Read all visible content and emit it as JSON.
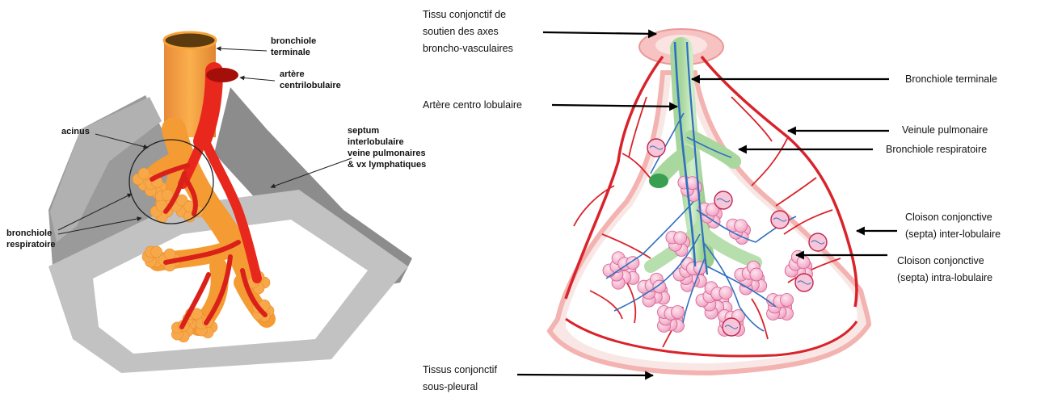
{
  "left_panel": {
    "labels": {
      "bronchiole_terminale": [
        "bronchiole",
        "terminale"
      ],
      "artere_centrilobulaire": [
        "artère",
        "centrilobulaire"
      ],
      "acinus": [
        "acinus"
      ],
      "septum": [
        "septum",
        "interlobulaire",
        "veine pulmonaires",
        "& vx lymphatiques"
      ],
      "bronchiole_respiratoire": [
        "bronchiole",
        "respiratoire"
      ]
    },
    "colors": {
      "septum_light": "#bdbdbd",
      "septum_dark": "#8a8a8a",
      "bronchiole_orange": "#f7a23a",
      "artery_red": "#e8281c",
      "artery_dark": "#b3160e"
    }
  },
  "right_panel": {
    "labels": {
      "tissu_soutien": [
        "Tissu conjonctif de",
        "soutien des axes",
        "broncho-vasculaires"
      ],
      "artere_centro": [
        "Artère centro lobulaire"
      ],
      "bronchiole_terminale": [
        "Bronchiole terminale"
      ],
      "veinule": [
        "Veinule pulmonaire"
      ],
      "bronchiole_respiratoire": [
        "Bronchiole respiratoire"
      ],
      "cloison_inter": [
        "Cloison conjonctive",
        "(septa) inter-lobulaire"
      ],
      "cloison_intra": [
        "Cloison conjonctive",
        "(septa) intra-lobulaire"
      ],
      "tissus_sous_pleural": [
        "Tissus conjonctif",
        "sous-pleural"
      ]
    },
    "colors": {
      "vein_red": "#d9232a",
      "artery_blue": "#2f6fc0",
      "bronchus_green": "#b9e0b0",
      "alveoli_pink": "#f4b8d0",
      "alveoli_stroke": "#d65b8e",
      "pleura_pink": "#f6c6c4"
    }
  }
}
